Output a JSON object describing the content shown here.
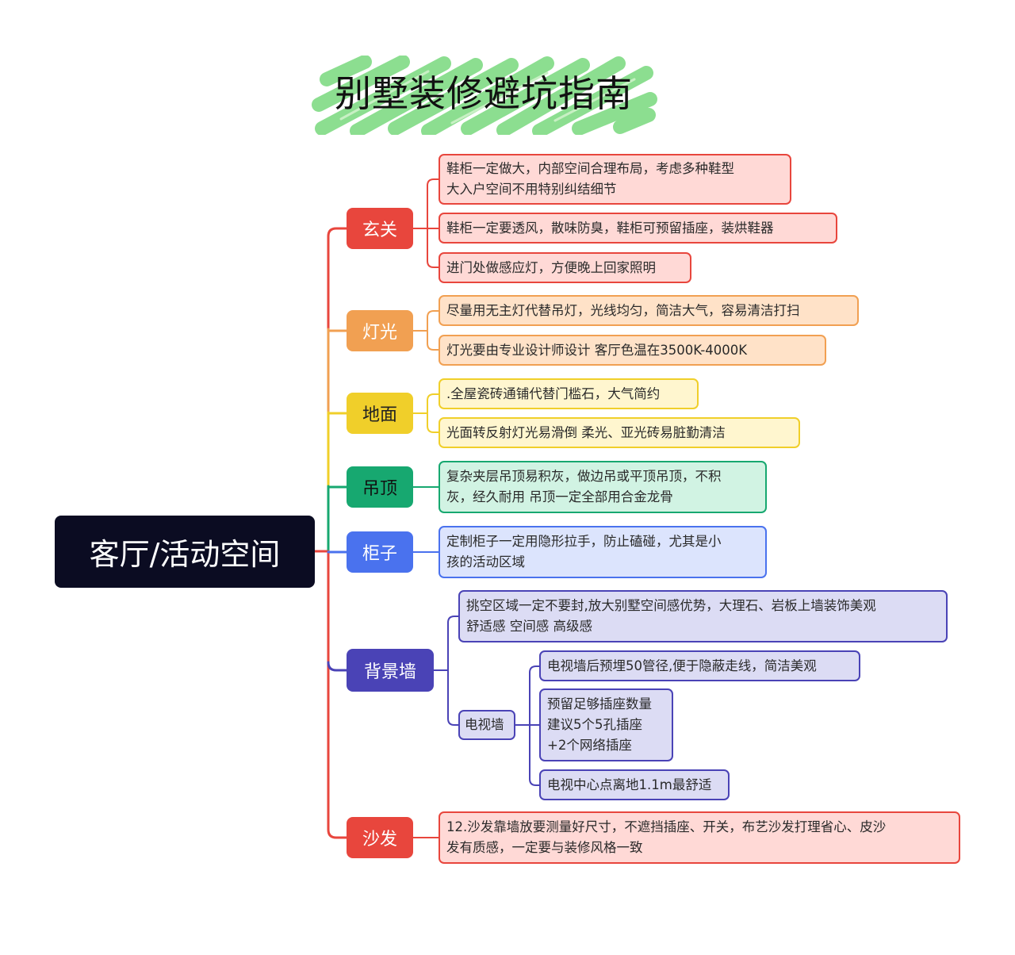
{
  "title": "别墅装修避坑指南",
  "root": "客厅/活动空间",
  "colors": {
    "red": "#e8463d",
    "orange": "#f1a052",
    "yellow": "#f0cf2a",
    "green": "#17a870",
    "blue": "#4a72ee",
    "purple": "#4a43b6",
    "root": "#0b0c22",
    "title_highlight": "#86dc8a"
  },
  "branches": [
    {
      "label": "玄关",
      "items": [
        "鞋柜一定做大，内部空间合理布局，考虑多种鞋型\n大入户空间不用特别纠结细节",
        "鞋柜一定要透风，散味防臭，鞋柜可预留插座，装烘鞋器",
        "进门处做感应灯，方便晚上回家照明"
      ]
    },
    {
      "label": "灯光",
      "items": [
        "尽量用无主灯代替吊灯，光线均匀，简洁大气，容易清洁打扫",
        "灯光要由专业设计师设计 客厅色温在3500K-4000K"
      ]
    },
    {
      "label": "地面",
      "items": [
        ".全屋瓷砖通铺代替门槛石，大气简约",
        "光面转反射灯光易滑倒  柔光、亚光砖易脏勤清洁"
      ]
    },
    {
      "label": "吊顶",
      "items": [
        "复杂夹层吊顶易积灰，做边吊或平顶吊顶，不积\n灰，经久耐用  吊顶一定全部用合金龙骨"
      ]
    },
    {
      "label": "柜子",
      "items": [
        "定制柜子一定用隐形拉手，防止磕碰，尤其是小\n孩的活动区域"
      ]
    },
    {
      "label": "背景墙",
      "items": [
        "挑空区域一定不要封,放大别墅空间感优势，大理石、岩板上墙装饰美观\n 舒适感  空间感  高级感"
      ],
      "sub": {
        "label": "电视墙",
        "items": [
          "电视墙后预埋50管径,便于隐蔽走线，简洁美观",
          "预留足够插座数量\n建议5个5孔插座\n+2个网络插座",
          "电视中心点离地1.1m最舒适"
        ]
      }
    },
    {
      "label": "沙发",
      "items": [
        "12.沙发靠墙放要测量好尺寸，不遮挡插座、开关，布艺沙发打理省心、皮沙\n发有质感，一定要与装修风格一致"
      ]
    }
  ]
}
